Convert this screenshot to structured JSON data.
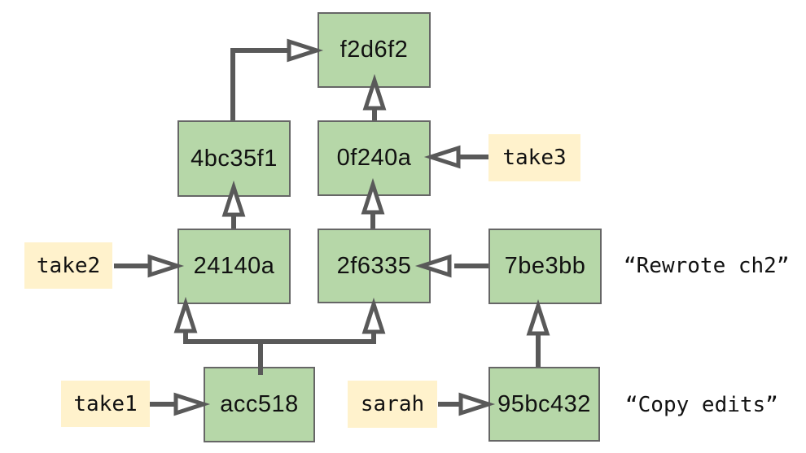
{
  "colors": {
    "background": "#ffffff",
    "node_fill": "#b6d7a8",
    "node_border": "#666666",
    "ref_fill": "#fff2cc",
    "arrow": "#595959",
    "text": "#111111"
  },
  "nodes": [
    {
      "id": "f2d6f2"
    },
    {
      "id": "4bc35f1"
    },
    {
      "id": "0f240a"
    },
    {
      "id": "24140a"
    },
    {
      "id": "2f6335"
    },
    {
      "id": "7be3bb"
    },
    {
      "id": "acc518"
    },
    {
      "id": "95bc432"
    }
  ],
  "refs": [
    {
      "label": "take1"
    },
    {
      "label": "take2"
    },
    {
      "label": "take3"
    },
    {
      "label": "sarah"
    }
  ],
  "annotations": [
    {
      "text": "“Rewrote ch2”"
    },
    {
      "text": "“Copy edits”"
    }
  ],
  "edges": [
    {
      "from": "0f240a",
      "to": "f2d6f2"
    },
    {
      "from": "4bc35f1",
      "to": "f2d6f2"
    },
    {
      "from": "24140a",
      "to": "4bc35f1"
    },
    {
      "from": "2f6335",
      "to": "0f240a"
    },
    {
      "from": "acc518",
      "to": "24140a"
    },
    {
      "from": "acc518",
      "to": "2f6335"
    },
    {
      "from": "95bc432",
      "to": "7be3bb"
    },
    {
      "from": "7be3bb",
      "to": "2f6335"
    },
    {
      "from": "take2",
      "to": "24140a"
    },
    {
      "from": "take3",
      "to": "0f240a"
    },
    {
      "from": "take1",
      "to": "acc518"
    },
    {
      "from": "sarah",
      "to": "95bc432"
    }
  ]
}
